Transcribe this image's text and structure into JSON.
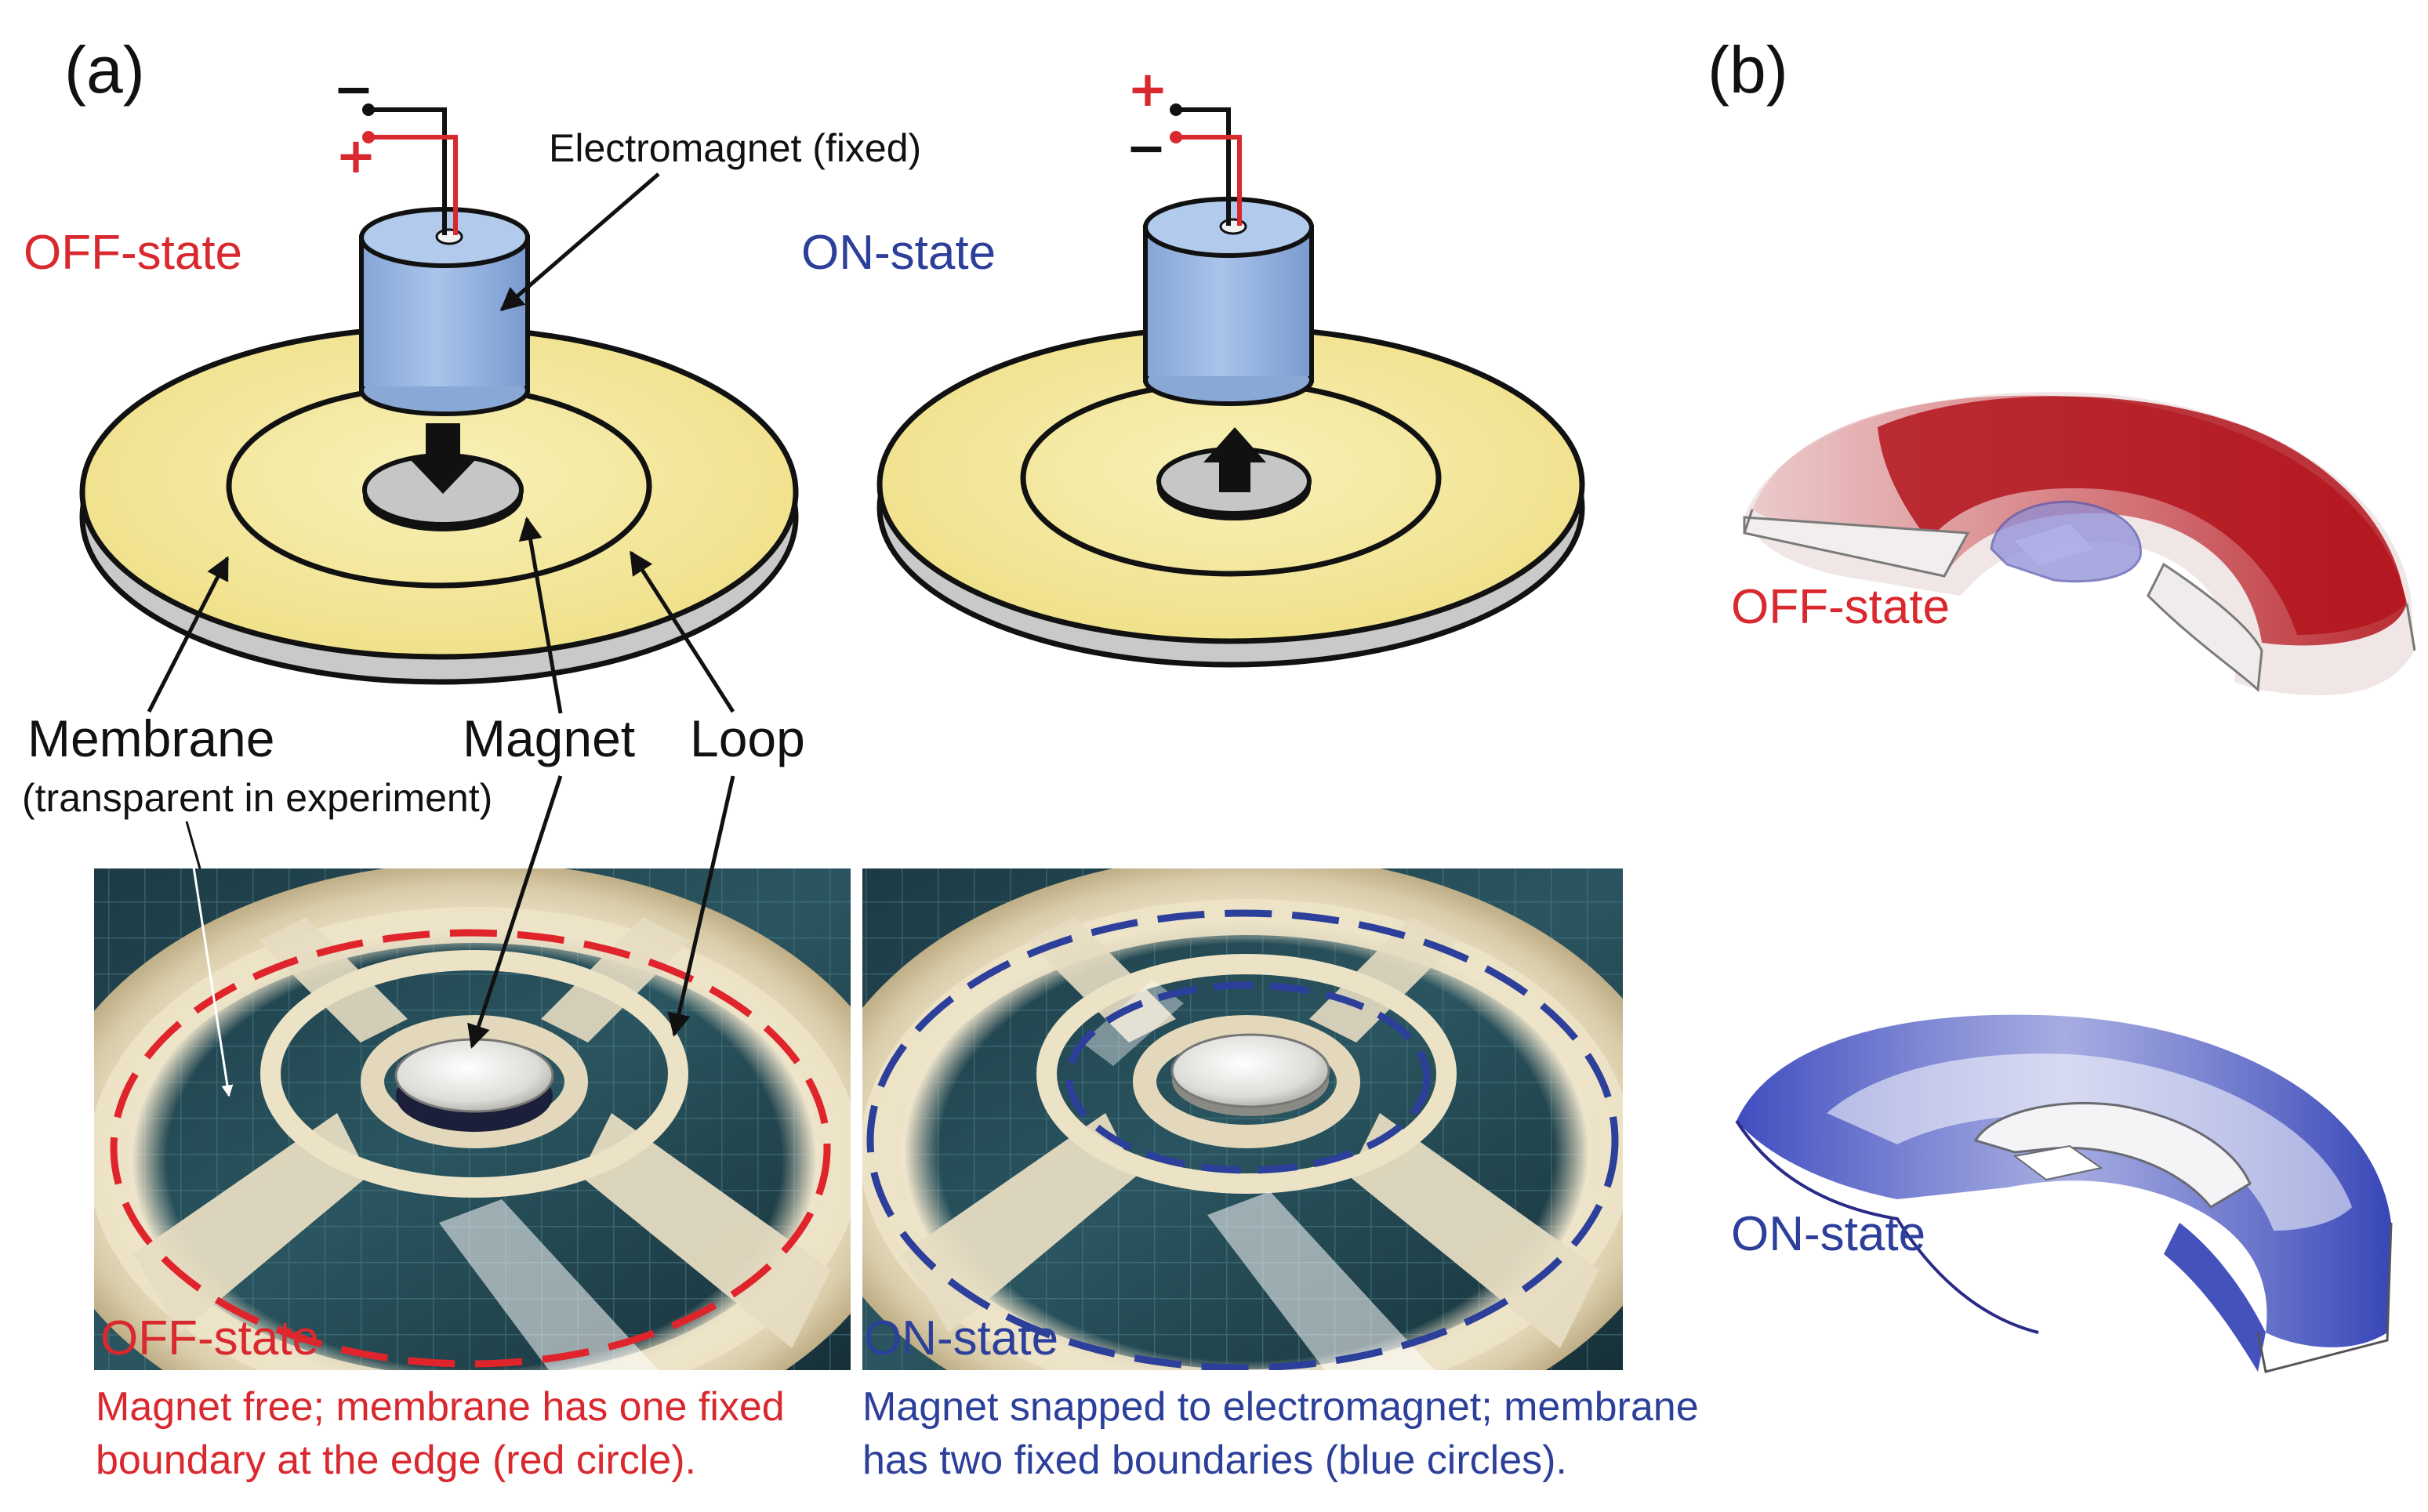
{
  "panel_a": {
    "label": "(a)",
    "schematic_off": {
      "state_label": "OFF-state",
      "polarity_top": "−",
      "polarity_bottom": "+"
    },
    "schematic_on": {
      "state_label": "ON-state",
      "polarity_top": "+",
      "polarity_bottom": "−"
    },
    "callouts": {
      "electromagnet": "Electromagnet (fixed)",
      "membrane": "Membrane",
      "membrane_note": "(transparent in experiment)",
      "magnet": "Magnet",
      "loop": "Loop"
    },
    "photo_off": {
      "state_label": "OFF-state",
      "caption_line1": "Magnet free; membrane has one fixed",
      "caption_line2": "boundary at the edge (red circle)."
    },
    "photo_on": {
      "state_label": "ON-state",
      "caption_line1": "Magnet snapped to electromagnet; membrane",
      "caption_line2": "has two fixed boundaries (blue circles)."
    }
  },
  "panel_b": {
    "label": "(b)",
    "off_label": "OFF-state",
    "on_label": "ON-state"
  },
  "colors": {
    "off_red": "#d9282e",
    "on_blue": "#2c3f9a",
    "membrane_yellow": "#f3e89a",
    "electromagnet_blue": "#9ab8e0"
  }
}
